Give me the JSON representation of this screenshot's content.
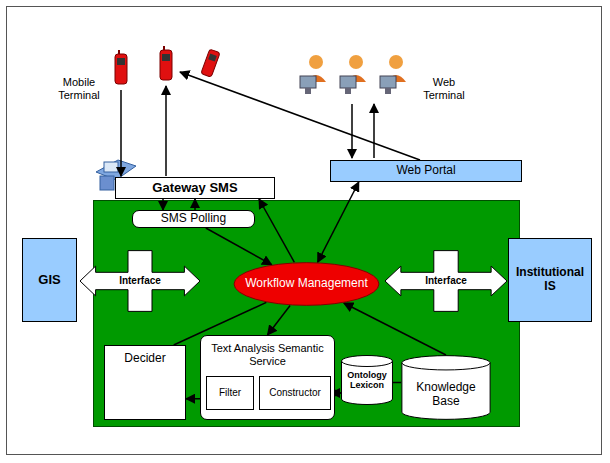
{
  "diagram": {
    "nodes": [
      {
        "text": [
          "Gateway SMS"
        ]
      },
      {
        "text": [
          "Web Portal"
        ]
      },
      {
        "text": [
          "SMS Polling"
        ]
      },
      {
        "text": [
          "GIS"
        ]
      },
      {
        "text": [
          "Interface"
        ]
      },
      {
        "text": [
          "Workflow Management"
        ]
      },
      {
        "text": [
          "Interface"
        ]
      },
      {
        "text": [
          "Institutional IS"
        ]
      },
      {
        "text": [
          "Decider"
        ]
      },
      {
        "text": [
          "Text Analysis Semantic Service"
        ]
      },
      {
        "text": [
          "Filter"
        ],
        "in": 9
      },
      {
        "text": [
          "Constructor"
        ],
        "in": 9
      },
      {
        "text": [
          "Ontology Lexicon"
        ]
      },
      {
        "text": [
          "Knowledge Base"
        ]
      }
    ],
    "edges": [
      {
        "from": 0,
        "to": 2,
        "arrow": "to"
      },
      {
        "from": 2,
        "to": 0,
        "arrow": "to"
      },
      {
        "from": 2,
        "to": 5,
        "arrow": "to"
      },
      {
        "from": 5,
        "to": 0,
        "arrow": "to"
      },
      {
        "from": 5,
        "to": 1,
        "arrow": "both"
      },
      {
        "from": 5,
        "to": 8,
        "arrow": "none"
      },
      {
        "from": 5,
        "to": 9,
        "arrow": "to"
      },
      {
        "from": 9,
        "to": 8,
        "arrow": "to"
      },
      {
        "from": 11,
        "to": 12,
        "arrow": "both"
      },
      {
        "from": 12,
        "to": 13,
        "arrow": "none"
      },
      {
        "from": 13,
        "to": 5,
        "arrow": "to"
      }
    ],
    "labels": [
      "Mobile Terminal",
      "Web Terminal"
    ]
  }
}
